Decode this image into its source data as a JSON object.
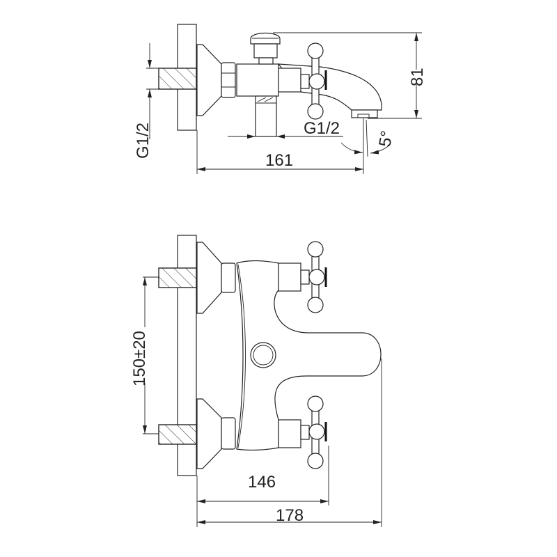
{
  "drawing": {
    "side_view": {
      "inlet_thread_label": "G1/2",
      "outlet_thread_label": "G1/2",
      "height_label": "81",
      "projection_label": "161",
      "angle_label": "5°"
    },
    "front_view": {
      "centers_label": "150±20",
      "handle_projection_label": "146",
      "spout_projection_label": "178"
    },
    "line_color": "#222222",
    "background_color": "#ffffff"
  }
}
